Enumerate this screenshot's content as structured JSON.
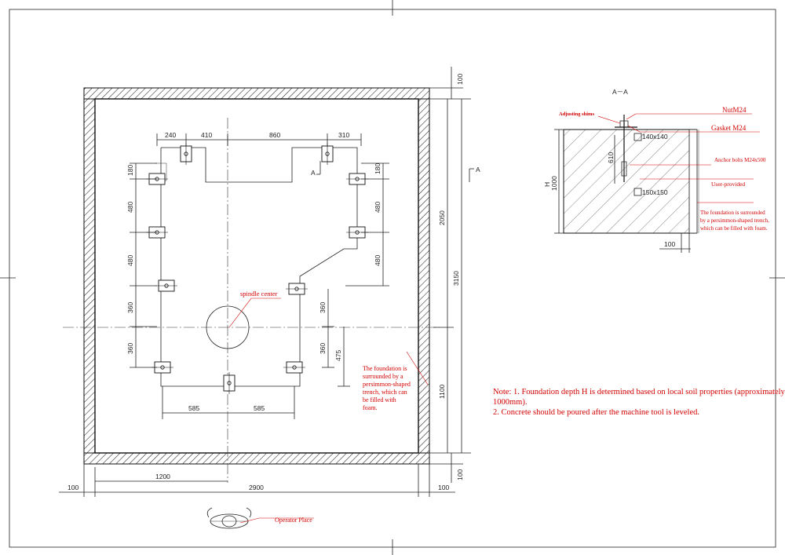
{
  "plan": {
    "dims_top": [
      "240",
      "410",
      "860",
      "310"
    ],
    "dims_left": [
      "180",
      "480",
      "480",
      "360",
      "360"
    ],
    "dims_right": [
      "180",
      "480",
      "480",
      "360",
      "360",
      "475"
    ],
    "dims_bottom_inner": [
      "585",
      "585"
    ],
    "dims_bottom": [
      "1200",
      "2900",
      "100",
      "100"
    ],
    "dims_side": [
      "100",
      "2050",
      "3150",
      "1100",
      "100"
    ],
    "section_mark": "A",
    "spindle_label": "spindle center",
    "trench_note": [
      "The foundation is",
      "surrounded by a",
      "persimmon-shaped",
      "trench, which can",
      "be filled with",
      "foam."
    ],
    "operator_label": "Operator Place"
  },
  "section": {
    "title": "A－A",
    "labels": {
      "nut": "NutM24",
      "gasket": "Gasket M24",
      "shims": "Adjusting shims",
      "anchor": "Anchor bolts M24x500",
      "user": "User-provided",
      "trench": [
        "The foundation is surrounded",
        "by a persimmon-shaped trench,",
        "which can be filled with foam."
      ]
    },
    "dims": {
      "box_top": "140x140",
      "box_bottom": "150x150",
      "depth_value": "610",
      "h_label": "H",
      "total": "1000",
      "bottom": "100"
    }
  },
  "notes": [
    "Note: 1. Foundation depth H is determined based on local soil properties (approximately",
    "1000mm).",
    "2. Concrete should be poured after the machine tool is leveled."
  ],
  "colors": {
    "annotation": "#d40000",
    "line": "#222222"
  }
}
